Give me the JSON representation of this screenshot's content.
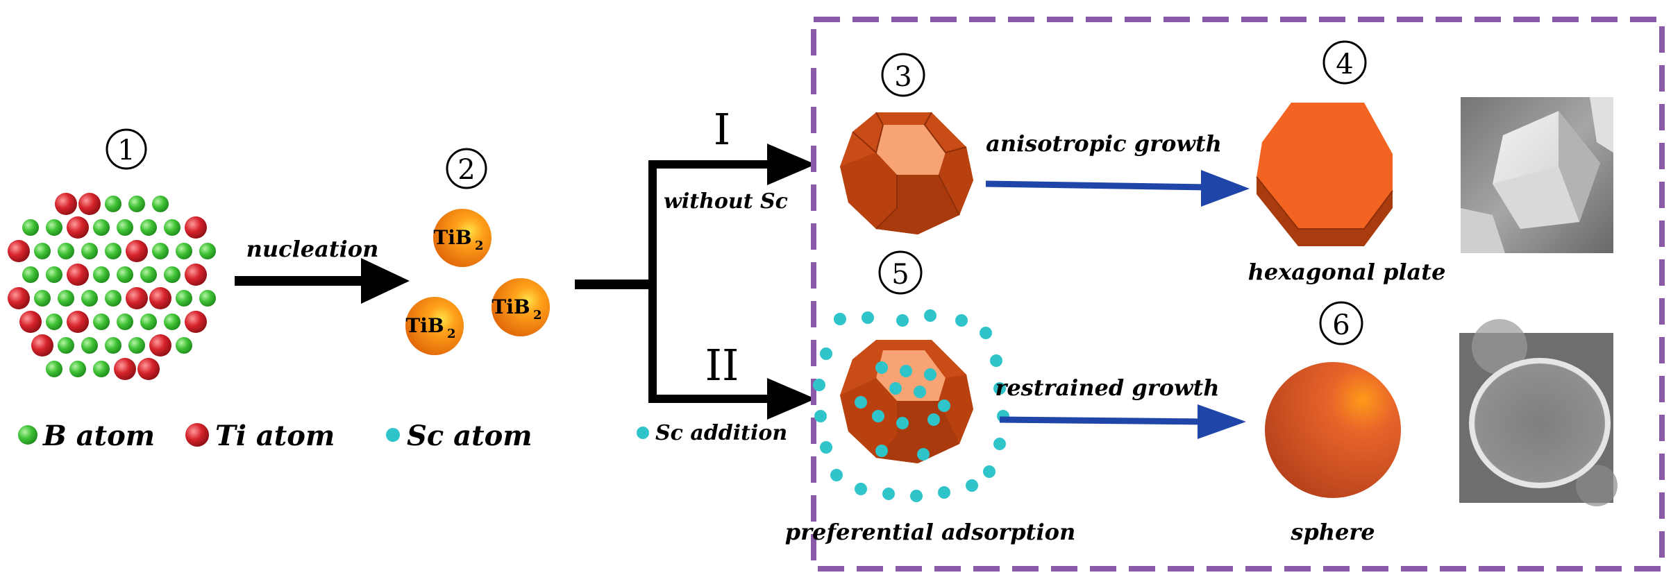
{
  "stages": {
    "s1": "1",
    "s2": "2",
    "s3": "3",
    "s4": "4",
    "s5": "5",
    "s6": "6"
  },
  "labels": {
    "nucleation": "nucleation",
    "route_1": "I",
    "route_2": "II",
    "without_sc": "without Sc",
    "sc_addition": "Sc addition",
    "anisotropic_growth": "anisotropic growth",
    "hexagonal_plate": "hexagonal plate",
    "restrained_growth": "restrained  growth",
    "preferential_adsorption": "preferential adsorption",
    "sphere": "sphere"
  },
  "particles": {
    "tib2_symbol": "TiB",
    "tib2_subscript": "2"
  },
  "legend": {
    "b_atom": "B atom",
    "ti_atom": "Ti atom",
    "sc_atom": "Sc atom"
  },
  "colors": {
    "b_atom": "#3fbf3a",
    "ti_atom": "#d2212a",
    "sc_atom": "#2ec4c9",
    "crystal": "#c94b16",
    "crystal_light": "#f07a3a",
    "arrow_black": "#000000",
    "arrow_blue": "#1f45a8",
    "box_border": "#8a5aa8"
  }
}
